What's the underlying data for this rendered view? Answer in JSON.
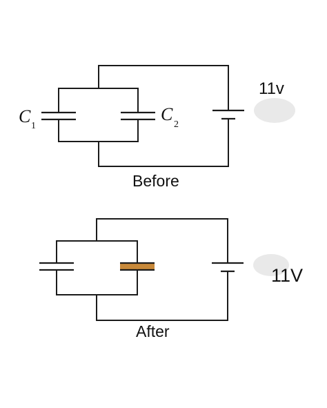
{
  "before": {
    "caption": "Before",
    "voltage_label": "11v",
    "capacitor_1": {
      "symbol": "C",
      "subscript": "1"
    },
    "capacitor_2": {
      "symbol": "C",
      "subscript": "2"
    }
  },
  "after": {
    "caption": "After",
    "voltage_label": "11V",
    "dielectric_color": "#c8893a"
  },
  "colors": {
    "wire": "#1a1a1a",
    "background": "#ffffff"
  }
}
